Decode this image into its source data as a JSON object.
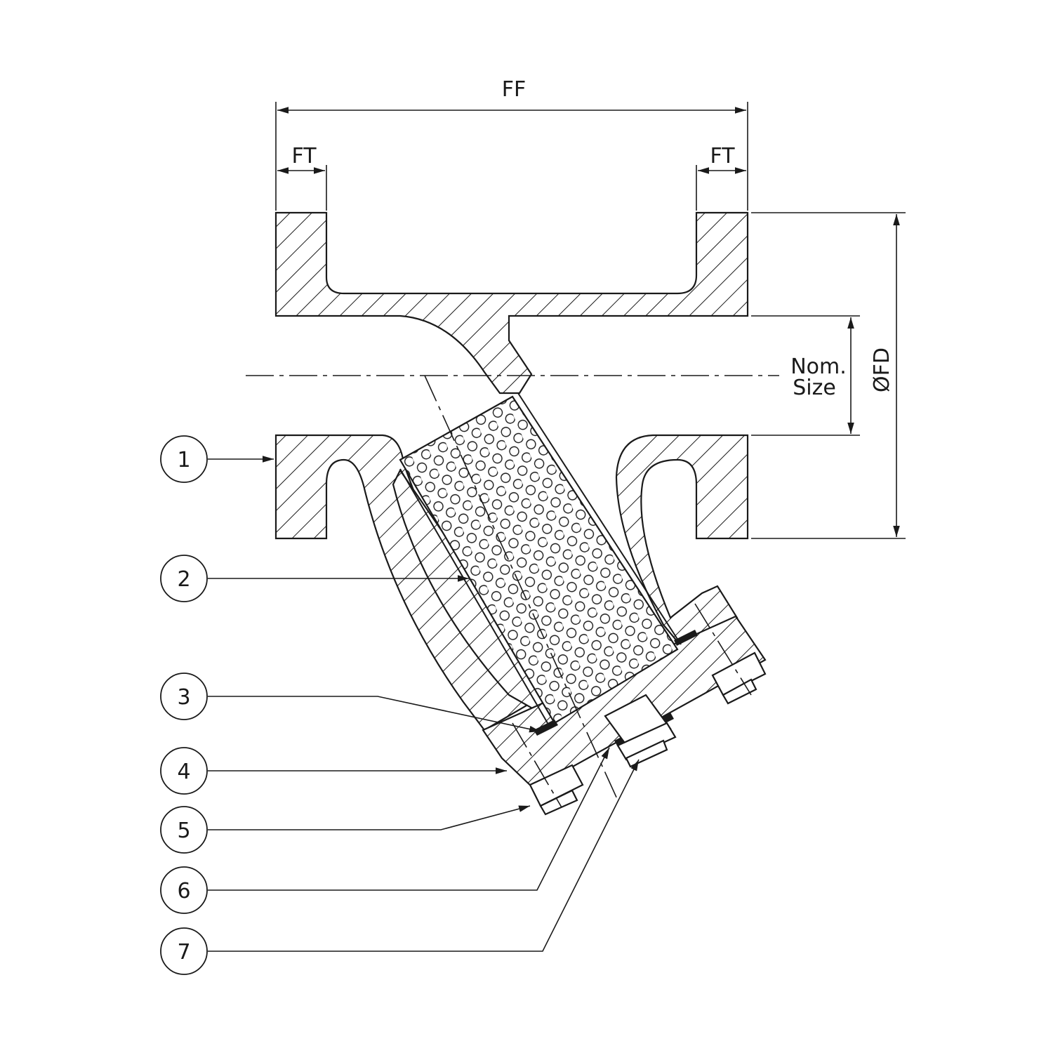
{
  "drawing": {
    "colors": {
      "line": "#1a1a1a",
      "background": "#ffffff"
    },
    "dimensions": {
      "ff_label": "FF",
      "ft_left_label": "FT",
      "ft_right_label": "FT",
      "fd_label": "ØFD",
      "nom_size_line1": "Nom.",
      "nom_size_line2": "Size"
    },
    "balloons": [
      "1",
      "2",
      "3",
      "4",
      "5",
      "6",
      "7"
    ]
  }
}
